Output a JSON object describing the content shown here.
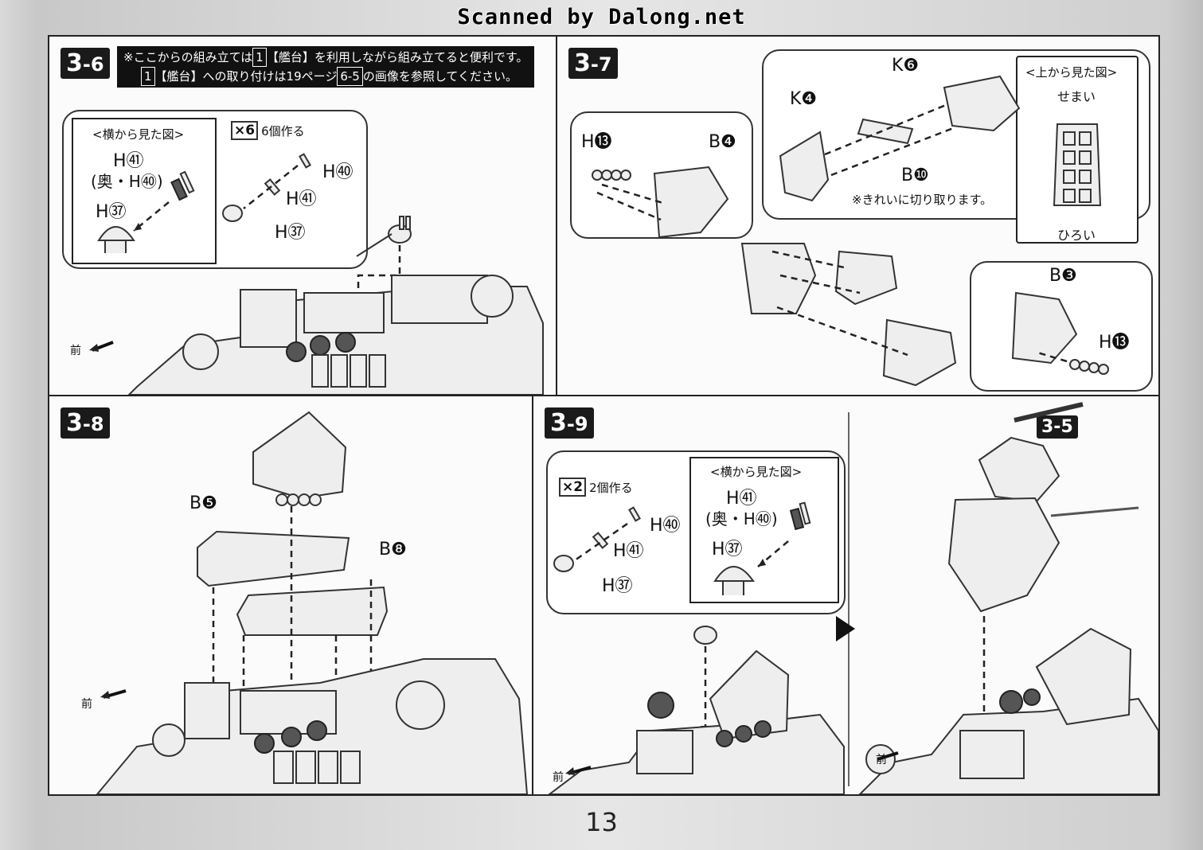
{
  "header": {
    "scan_credit": "Scanned by Dalong.net"
  },
  "page_number": "13",
  "front_label": "前",
  "step_3_6": {
    "num_main": "3",
    "num_sub": "-6",
    "note_line1_a": "※ここからの組み立ては",
    "note_line1_box": "1",
    "note_line1_b": "【艦台】を利用しながら組み立てると便利です。",
    "note_line2_box": "1",
    "note_line2_a": "【艦台】への取り付けは19ページ",
    "note_line2_box2": "6-5",
    "note_line2_b": "の画像を参照してください。",
    "side_view_title": "<横から見た図>",
    "side_h41": "H㊶",
    "side_h40": "(奥・H㊵)",
    "side_h37": "H㊲",
    "mult_x": "×6",
    "mult_text": "6個作る",
    "lbl_h40": "H㊵",
    "lbl_h41": "H㊶",
    "lbl_h37": "H㊲"
  },
  "step_3_7": {
    "num_main": "3",
    "num_sub": "-7",
    "lbl_k6": "K❻",
    "lbl_k4": "K❹",
    "lbl_b10": "B❿",
    "cut_note": "※きれいに切り取ります。",
    "top_view_title": "<上から見た図>",
    "narrow": "せまい",
    "wide": "ひろい",
    "lbl_h13": "H⓭",
    "lbl_b4": "B❹",
    "lbl_b3": "B❸",
    "lbl_h13b": "H⓭"
  },
  "step_3_8": {
    "num_main": "3",
    "num_sub": "-8",
    "lbl_b5": "B❺",
    "lbl_b8": "B❽"
  },
  "step_3_9": {
    "num_main": "3",
    "num_sub": "-9",
    "mult_x": "×2",
    "mult_text": "2個作る",
    "lbl_h40": "H㊵",
    "lbl_h41": "H㊶",
    "lbl_h37": "H㊲",
    "side_view_title": "<横から見た図>",
    "side_h41": "H㊶",
    "side_h40": "(奥・H㊵)",
    "side_h37": "H㊲",
    "ref_step": "3-5"
  }
}
